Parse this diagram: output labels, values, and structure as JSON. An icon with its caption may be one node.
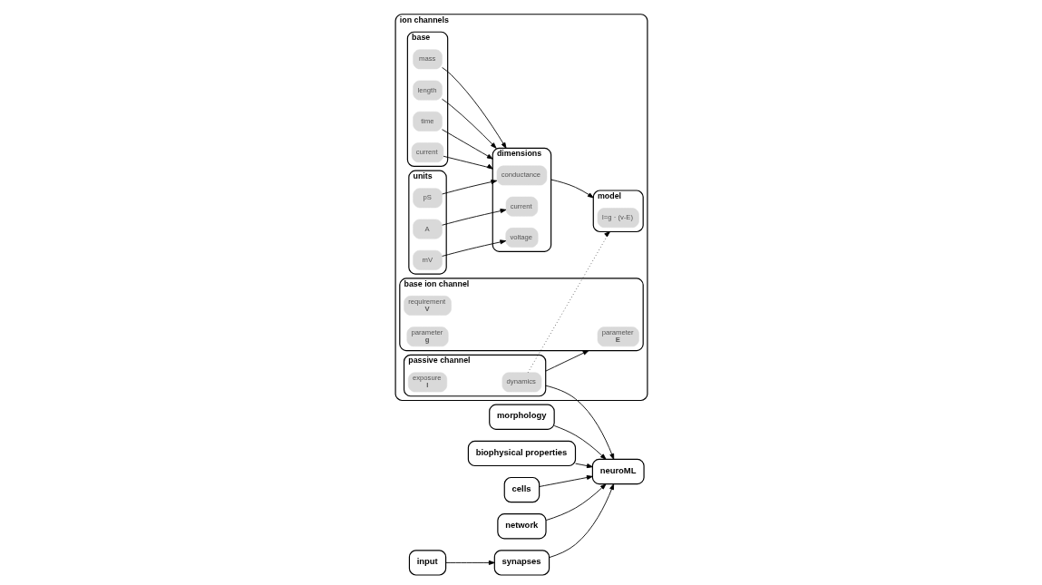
{
  "diagram": {
    "nodes": [
      {
        "text": [
          "ion channels"
        ]
      },
      {
        "text": [
          "base"
        ],
        "in": 0
      },
      {
        "text": [
          "mass"
        ],
        "in": 1
      },
      {
        "text": [
          "length"
        ],
        "in": 1
      },
      {
        "text": [
          "time"
        ],
        "in": 1
      },
      {
        "text": [
          "current"
        ],
        "in": 1
      },
      {
        "text": [
          "dimensions"
        ],
        "in": 0
      },
      {
        "text": [
          "conductance"
        ],
        "in": 6
      },
      {
        "text": [
          "current"
        ],
        "in": 6
      },
      {
        "text": [
          "voltage"
        ],
        "in": 6
      },
      {
        "text": [
          "units"
        ],
        "in": 0
      },
      {
        "text": [
          "pS"
        ],
        "in": 10
      },
      {
        "text": [
          "A"
        ],
        "in": 10
      },
      {
        "text": [
          "mV"
        ],
        "in": 10
      },
      {
        "text": [
          "model"
        ],
        "in": 0
      },
      {
        "text": [
          "I=g · (v-E)"
        ],
        "in": 14
      },
      {
        "text": [
          "base ion channel"
        ],
        "in": 0
      },
      {
        "text": [
          "parameter",
          "E"
        ],
        "in": 16
      },
      {
        "text": [
          "requirement",
          "V"
        ],
        "in": 16
      },
      {
        "text": [
          "parameter",
          "g"
        ],
        "in": 16
      },
      {
        "text": [
          "passive channel"
        ],
        "in": 0
      },
      {
        "text": [
          "dynamics"
        ],
        "in": 20
      },
      {
        "text": [
          "exposure",
          "I"
        ],
        "in": 20
      },
      {
        "text": [
          "morphology"
        ]
      },
      {
        "text": [
          "biophysical properties"
        ]
      },
      {
        "text": [
          "neuroML"
        ]
      },
      {
        "text": [
          "cells"
        ]
      },
      {
        "text": [
          "network"
        ]
      },
      {
        "text": [
          "synapses"
        ]
      },
      {
        "text": [
          "input"
        ]
      }
    ],
    "edges": [
      {
        "from": 2,
        "to": 6,
        "arrow": "to"
      },
      {
        "from": 3,
        "to": 6,
        "arrow": "to"
      },
      {
        "from": 4,
        "to": 6,
        "arrow": "to"
      },
      {
        "from": 5,
        "to": 6,
        "arrow": "to"
      },
      {
        "from": 11,
        "to": 7,
        "arrow": "to"
      },
      {
        "from": 12,
        "to": 8,
        "arrow": "to"
      },
      {
        "from": 13,
        "to": 9,
        "arrow": "to"
      },
      {
        "from": 6,
        "to": 14,
        "arrow": "to"
      },
      {
        "from": 21,
        "to": 14,
        "arrow": "to",
        "style": "dashed"
      },
      {
        "from": 20,
        "to": 16,
        "arrow": "to"
      },
      {
        "from": 20,
        "to": 25,
        "arrow": "to"
      },
      {
        "from": 23,
        "to": 25,
        "arrow": "to"
      },
      {
        "from": 24,
        "to": 25,
        "arrow": "to"
      },
      {
        "from": 26,
        "to": 25,
        "arrow": "to"
      },
      {
        "from": 27,
        "to": 25,
        "arrow": "to"
      },
      {
        "from": 28,
        "to": 25,
        "arrow": "to"
      },
      {
        "from": 29,
        "to": 28,
        "arrow": "to"
      }
    ]
  }
}
